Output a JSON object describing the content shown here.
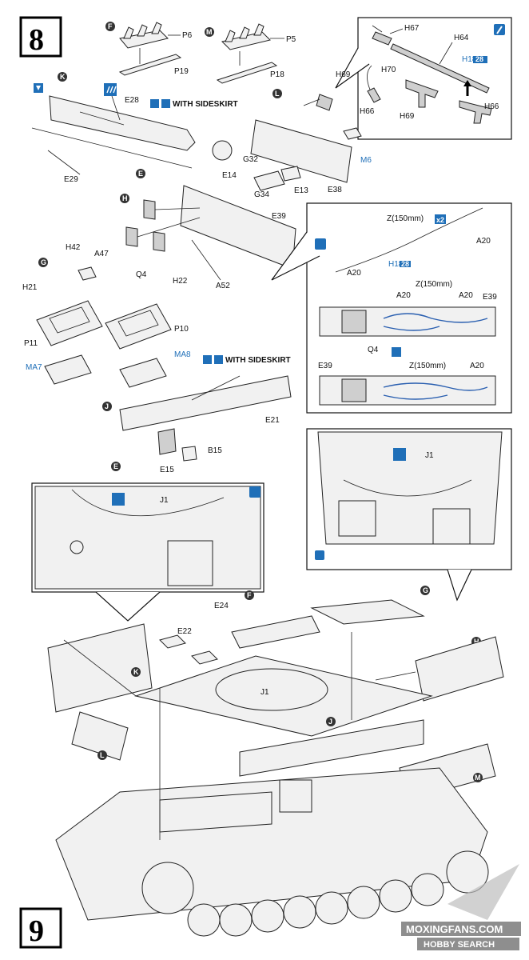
{
  "steps": {
    "step8": "8",
    "step9": "9"
  },
  "step8_labels": {
    "F": "F",
    "P6": "P6",
    "P19": "P19",
    "M": "M",
    "P5": "P5",
    "P18": "P18",
    "K": "K",
    "E28": "E28",
    "with_sideskirt": "WITH SIDESKIRT",
    "E29": "E29",
    "E": "E",
    "L": "L",
    "H69": "H69",
    "G32": "G32",
    "E14": "E14",
    "M6": "M6",
    "G34": "G34",
    "E13": "E13",
    "E38": "E38",
    "H": "H",
    "E39": "E39",
    "Q4": "Q4",
    "A52": "A52",
    "G": "G",
    "H42": "H42",
    "A47": "A47",
    "H21": "H21",
    "H22": "H22",
    "P11": "P11",
    "MA7": "MA7",
    "P10": "P10",
    "MA8": "MA8",
    "J": "J",
    "E21": "E21",
    "E15": "E15",
    "B15": "B15",
    "E_j": "E"
  },
  "gun_inset": {
    "H67": "H67",
    "H64": "H64",
    "H70": "H70",
    "H66_left": "H66",
    "H69": "H69",
    "H66_right": "H66",
    "H18": "H18",
    "H18_num": "28"
  },
  "cable_inset": {
    "cable_len": "Z(150mm)",
    "x2": "x2",
    "A20_top": "A20",
    "A20_left": "A20",
    "H18": "H18",
    "H18_num": "28",
    "A20_mid1": "A20",
    "A20_mid2": "A20",
    "cable_mid": "Z(150mm)",
    "E39_mid": "E39",
    "Q4": "Q4",
    "E39_bot": "E39",
    "cable_bot": "Z(150mm)",
    "A20_bot": "A20"
  },
  "step9_labels": {
    "J1_left": "J1",
    "J1_right": "J1",
    "J1_center": "J1",
    "E24": "E24",
    "E22": "E22",
    "F": "F",
    "G": "G",
    "H": "H",
    "K": "K",
    "J": "J",
    "L": "L",
    "M": "M"
  },
  "watermark": {
    "line1": "MOXINGFANS.COM",
    "line2": "HOBBY SEARCH"
  },
  "colors": {
    "accent_blue": "#1f6fb8",
    "cable_blue": "#2a5fb0",
    "line": "#222222"
  }
}
